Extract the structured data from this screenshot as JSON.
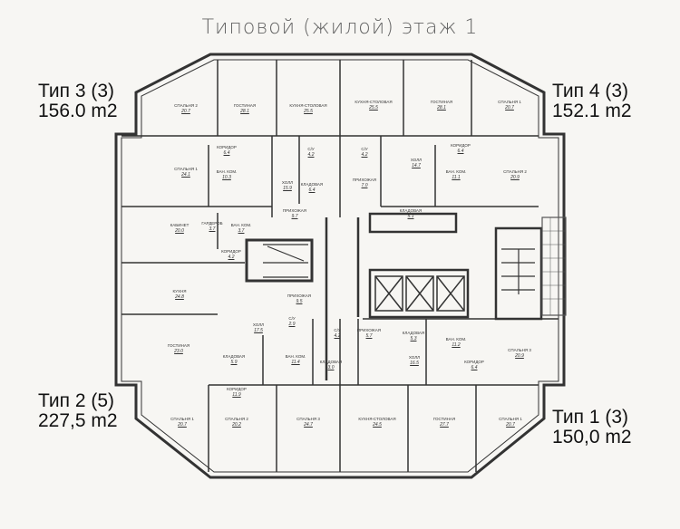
{
  "title": "Типовой (жилой) этаж 1",
  "units": [
    {
      "type": "Тип 3 (3)",
      "area": "156.0 m2"
    },
    {
      "type": "Тип 4 (3)",
      "area": "152.1 m2"
    },
    {
      "type": "Тип 2 (5)",
      "area": "227,5 m2"
    },
    {
      "type": "Тип 1 (3)",
      "area": "150,0 m2"
    }
  ],
  "rooms": [
    {
      "name": "СПАЛЬНЯ 2",
      "area": "20.7"
    },
    {
      "name": "ГОСТИНАЯ",
      "area": "28.1"
    },
    {
      "name": "КУХНЯ-СТОЛОВАЯ",
      "area": "25.5"
    },
    {
      "name": "КОРИДОР",
      "area": "6.4"
    },
    {
      "name": "СПАЛЬНЯ 1",
      "area": "24.1"
    },
    {
      "name": "ВАН. КОМ.",
      "area": "10.3"
    },
    {
      "name": "С/У",
      "area": "4.2"
    },
    {
      "name": "ХОЛЛ",
      "area": "15.9"
    },
    {
      "name": "КЛАДОВАЯ",
      "area": "6.4"
    },
    {
      "name": "ПРИХОЖАЯ",
      "area": "9.7"
    },
    {
      "name": "КУХНЯ-СТОЛОВАЯ",
      "area": "25.5"
    },
    {
      "name": "ГОСТИНАЯ",
      "area": "28.1"
    },
    {
      "name": "СПАЛЬНЯ 1",
      "area": "20.7"
    },
    {
      "name": "С/У",
      "area": "4.2"
    },
    {
      "name": "ХОЛЛ",
      "area": "14.7"
    },
    {
      "name": "КОРИДОР",
      "area": "6.4"
    },
    {
      "name": "ВАН. КОМ.",
      "area": "11.1"
    },
    {
      "name": "СПАЛЬНЯ 2",
      "area": "20.9"
    },
    {
      "name": "ПРИХОЖАЯ",
      "area": "7.0"
    },
    {
      "name": "КЛАДОВАЯ",
      "area": "5.1"
    },
    {
      "name": "КАБИНЕТ",
      "area": "20.0"
    },
    {
      "name": "ГАРДЕРОБ",
      "area": "3.7"
    },
    {
      "name": "ВАН. КОМ.",
      "area": "3.7"
    },
    {
      "name": "КОРИДОР",
      "area": "4.2"
    },
    {
      "name": "КУХНЯ",
      "area": "24.8"
    },
    {
      "name": "ПРИХОЖАЯ",
      "area": "9.5"
    },
    {
      "name": "ХОЛЛ",
      "area": "17.5"
    },
    {
      "name": "С/У",
      "area": "2.9"
    },
    {
      "name": "С/У",
      "area": "4.2"
    },
    {
      "name": "ГОСТИНАЯ",
      "area": "23.0"
    },
    {
      "name": "КЛАДОВАЯ",
      "area": "5.9"
    },
    {
      "name": "ВАН. КОМ.",
      "area": "11.4"
    },
    {
      "name": "КЛАДОВАЯ",
      "area": "3.0"
    },
    {
      "name": "КОРИДОР",
      "area": "11.9"
    },
    {
      "name": "СПАЛЬНЯ 1",
      "area": "20.7"
    },
    {
      "name": "СПАЛЬНЯ 2",
      "area": "20.2"
    },
    {
      "name": "СПАЛЬНЯ 3",
      "area": "24.7"
    },
    {
      "name": "ПРИХОЖАЯ",
      "area": "5.7"
    },
    {
      "name": "КЛАДОВАЯ",
      "area": "5.3"
    },
    {
      "name": "ХОЛЛ",
      "area": "16.5"
    },
    {
      "name": "ВАН. КОМ.",
      "area": "11.2"
    },
    {
      "name": "КОРИДОР",
      "area": "6.4"
    },
    {
      "name": "СПАЛЬНЯ 3",
      "area": "20.9"
    },
    {
      "name": "КУХНЯ-СТОЛОВАЯ",
      "area": "24.5"
    },
    {
      "name": "ГОСТИНАЯ",
      "area": "27.7"
    },
    {
      "name": "СПАЛЬНЯ 1",
      "area": "20.7"
    }
  ]
}
